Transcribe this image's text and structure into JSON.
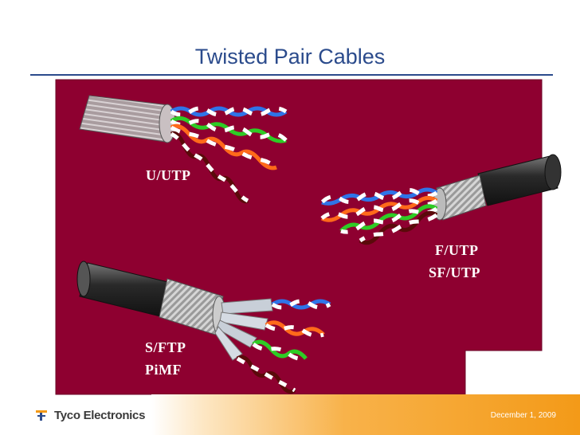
{
  "slide": {
    "title": "Twisted Pair Cables"
  },
  "cables": [
    {
      "label": "U/UTP"
    },
    {
      "label_line1": "F/UTP",
      "label_line2": "SF/UTP"
    },
    {
      "label_line1": "S/FTP",
      "label_line2": "PiMF"
    }
  ],
  "colors": {
    "panel": "#8e0030",
    "title": "#2b4b8c",
    "pair_blue": "#2f74e8",
    "pair_orange": "#ff6a1a",
    "pair_green": "#2ecc25",
    "pair_brown": "#5a0a0a",
    "footer_accent": "#f39a18"
  },
  "footer": {
    "company": "Tyco Electronics",
    "date": "December 1, 2009"
  }
}
